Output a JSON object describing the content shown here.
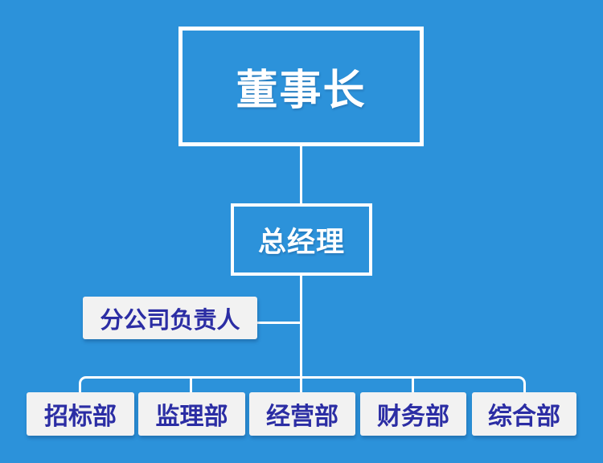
{
  "palette": {
    "background": "#2c92da",
    "line": "#ffffff",
    "node_border": "#ffffff",
    "light_node_bg": "#f2f2f2",
    "dark_text": "#2b2da4",
    "light_text": "#ffffff"
  },
  "org": {
    "chairman": {
      "label": "董事长"
    },
    "general_manager": {
      "label": "总经理"
    },
    "branch_manager": {
      "label": "分公司负责人"
    },
    "departments": [
      {
        "label": "招标部"
      },
      {
        "label": "监理部"
      },
      {
        "label": "经营部"
      },
      {
        "label": "财务部"
      },
      {
        "label": "综合部"
      }
    ]
  }
}
